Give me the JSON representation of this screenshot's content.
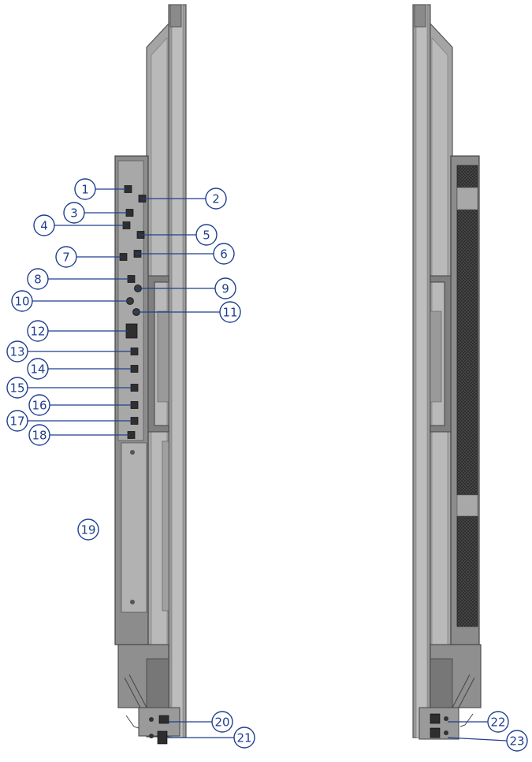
{
  "figure": {
    "left_view": {
      "callouts": [
        {
          "n": "1"
        },
        {
          "n": "2"
        },
        {
          "n": "3"
        },
        {
          "n": "4"
        },
        {
          "n": "5"
        },
        {
          "n": "6"
        },
        {
          "n": "7"
        },
        {
          "n": "8"
        },
        {
          "n": "9"
        },
        {
          "n": "10"
        },
        {
          "n": "11"
        },
        {
          "n": "12"
        },
        {
          "n": "13"
        },
        {
          "n": "14"
        },
        {
          "n": "15"
        },
        {
          "n": "16"
        },
        {
          "n": "17"
        },
        {
          "n": "18"
        },
        {
          "n": "19"
        },
        {
          "n": "20"
        },
        {
          "n": "21"
        }
      ]
    },
    "right_view": {
      "callouts": [
        {
          "n": "22"
        },
        {
          "n": "23"
        }
      ]
    },
    "colors": {
      "callout": "#1f3f8f",
      "panel_dark": "#555555",
      "panel_mid": "#8a8a8a",
      "panel_light": "#b5b5b5",
      "grille": "#3a3a3a"
    }
  }
}
